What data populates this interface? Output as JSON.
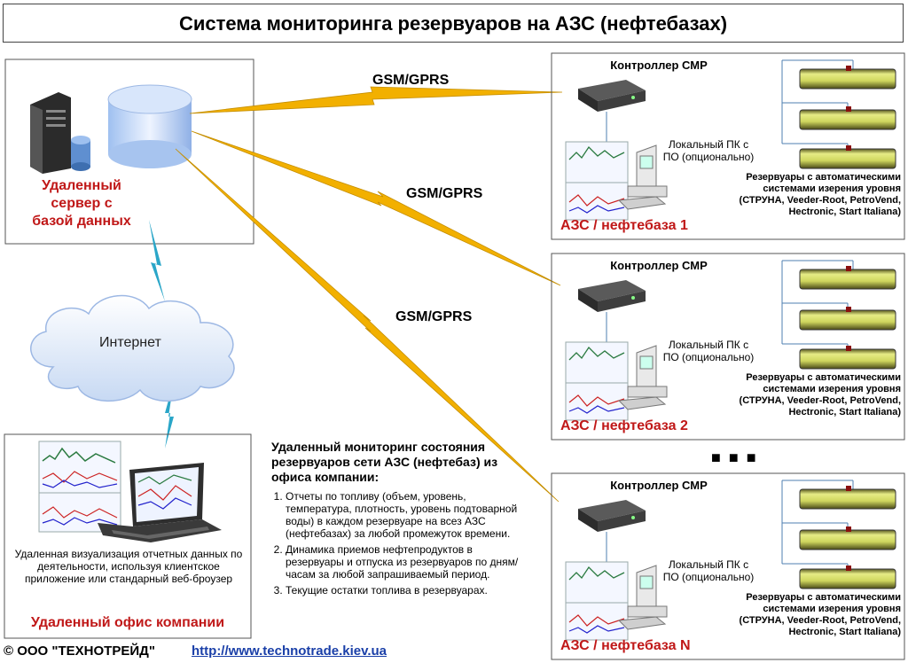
{
  "title": "Система мониторинга резервуаров на АЗС (нефтебазах)",
  "server": {
    "label": "Удаленный сервер с базой данных"
  },
  "internet": {
    "label": "Интернет"
  },
  "links": [
    "GSM/GPRS",
    "GSM/GPRS",
    "GSM/GPRS"
  ],
  "stations": [
    {
      "controller": "Контроллер СМР",
      "local_pc": "Локальный ПК с ПО (опционально)",
      "tanks": "Резервуары с автоматическими системами изерения уровня (СТРУНА, Veeder-Root, PetroVend, Hectronic, Start Italiana)",
      "name": "АЗС / нефтебаза 1"
    },
    {
      "controller": "Контроллер СМР",
      "local_pc": "Локальный ПК с ПО (опционально)",
      "tanks": "Резервуары с автоматическими системами изерения уровня (СТРУНА, Veeder-Root, PetroVend, Hectronic, Start Italiana)",
      "name": "АЗС / нефтебаза 2"
    },
    {
      "controller": "Контроллер СМР",
      "local_pc": "Локальный ПК с ПО (опционально)",
      "tanks": "Резервуары с автоматическими системами изерения уровня (СТРУНА, Veeder-Root, PetroVend, Hectronic, Start Italiana)",
      "name": "АЗС / нефтебаза N"
    }
  ],
  "ellipsis": "■ ■ ■",
  "office": {
    "description": "Удаленная визуализация отчетных данных по деятельности, используя клиентское приложение или стандарный веб-броузер",
    "name": "Удаленный офис компании"
  },
  "monitoring": {
    "heading": "Удаленный мониторинг состояния резервуаров сети АЗС (нефтебаз) из офиса компании:",
    "items": [
      "Отчеты по топливу (объем, уровень, температура, плотность, уровень подтоварной воды) в каждом резервуаре на всез АЗС (нефтебазах) за любой промежуток времени.",
      "Динамика приемов нефтепродуктов в резервуары и отпуска из резервуаров по дням/часам за любой запрашиваемый период.",
      "Текущие остатки топлива в резервуарах."
    ]
  },
  "footer": {
    "copyright": "© ООО \"ТЕХНОТРЕЙД\"",
    "url": "http://www.technotrade.kiev.ua"
  },
  "colors": {
    "accent_red": "#c01818",
    "tank_fill": "#d8e070",
    "lightning": "#f2b000",
    "lightning_blue": "#2aa6c8",
    "link": "#1a3fa8"
  }
}
